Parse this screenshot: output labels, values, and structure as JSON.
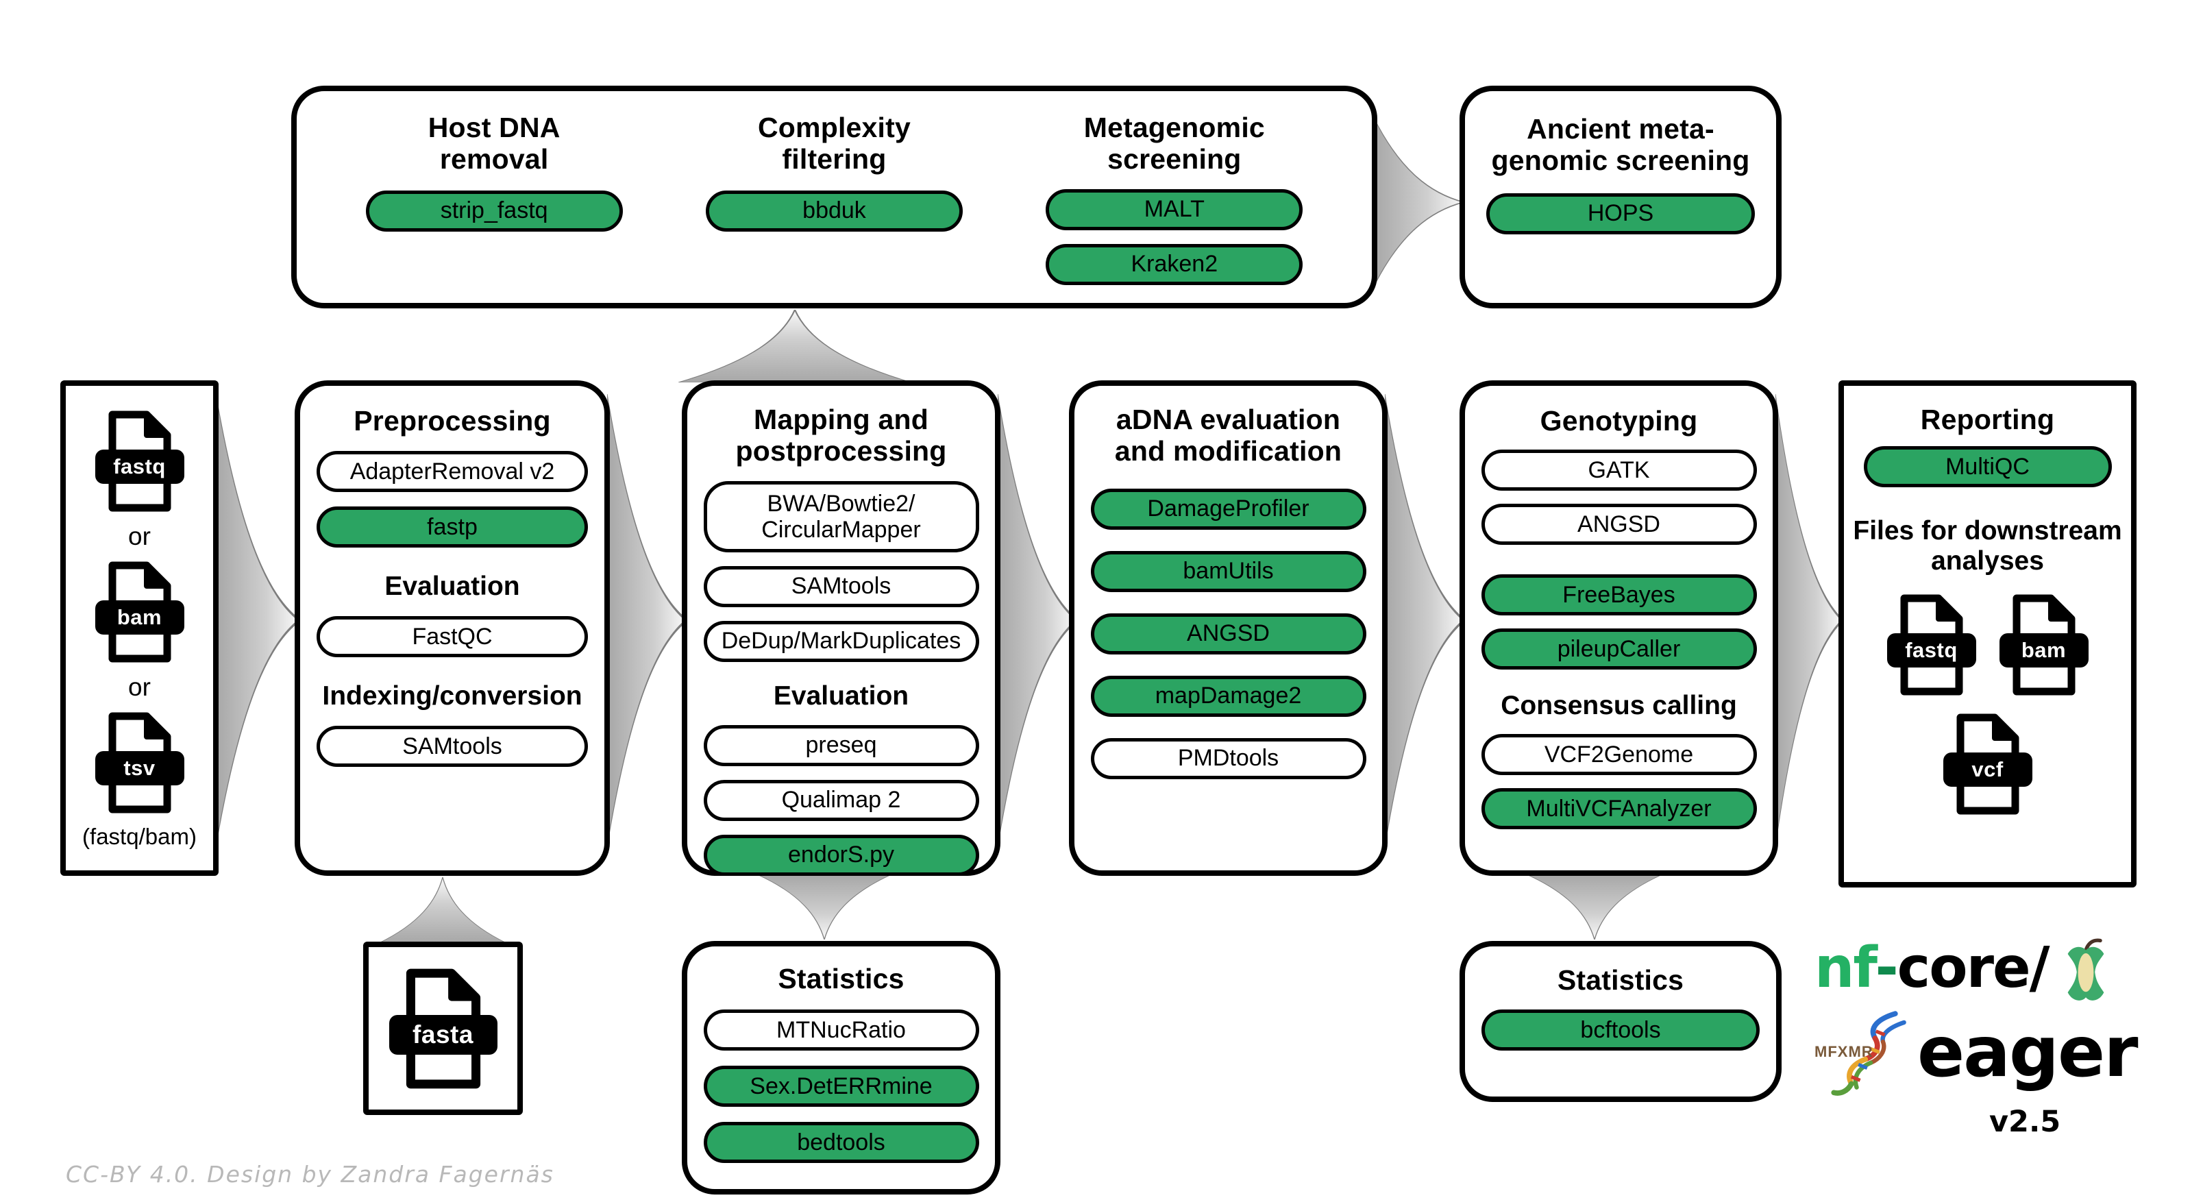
{
  "colors": {
    "pill_green": "#2BA462",
    "box_border": "#000000",
    "arrow_gray": "#A7A7A7",
    "logo_green": "#24B164",
    "footer_gray": "#B8B8B8"
  },
  "flow": {
    "top_box": {
      "columns": [
        {
          "heading": "Host DNA\nremoval",
          "pills": [
            {
              "label": "strip_fastq",
              "variant": "green"
            }
          ]
        },
        {
          "heading": "Complexity\nfiltering",
          "pills": [
            {
              "label": "bbduk",
              "variant": "green"
            }
          ]
        },
        {
          "heading": "Metagenomic\nscreening",
          "pills": [
            {
              "label": "MALT",
              "variant": "green"
            },
            {
              "label": "Kraken2",
              "variant": "green"
            }
          ]
        }
      ]
    },
    "ancient_screening_box": {
      "heading": "Ancient meta-\ngenomic screening",
      "pills": [
        {
          "label": "HOPS",
          "variant": "green"
        }
      ]
    },
    "input_box": {
      "file_types": [
        "fastq",
        "bam",
        "tsv"
      ],
      "separator": "or",
      "caption": "(fastq/bam)"
    },
    "preprocessing_box": {
      "title": "Preprocessing",
      "pills": [
        {
          "label": "AdapterRemoval v2",
          "variant": "white"
        },
        {
          "label": "fastp",
          "variant": "green"
        }
      ],
      "evaluation_heading": "Evaluation",
      "evaluation_pills": [
        {
          "label": "FastQC",
          "variant": "white"
        }
      ],
      "indexing_heading": "Indexing/conversion",
      "indexing_pills": [
        {
          "label": "SAMtools",
          "variant": "white"
        }
      ]
    },
    "mapping_box": {
      "title": "Mapping and\npostprocessing",
      "pills": [
        {
          "label": "BWA/Bowtie2/\nCircularMapper",
          "variant": "white"
        },
        {
          "label": "SAMtools",
          "variant": "white"
        },
        {
          "label": "DeDup/MarkDuplicates",
          "variant": "white"
        }
      ],
      "evaluation_heading": "Evaluation",
      "evaluation_pills": [
        {
          "label": "preseq",
          "variant": "white"
        },
        {
          "label": "Qualimap 2",
          "variant": "white"
        },
        {
          "label": "endorS.py",
          "variant": "green"
        }
      ]
    },
    "adna_box": {
      "title": "aDNA evaluation\nand modification",
      "pills": [
        {
          "label": "DamageProfiler",
          "variant": "green"
        },
        {
          "label": "bamUtils",
          "variant": "green"
        },
        {
          "label": "ANGSD",
          "variant": "green"
        },
        {
          "label": "mapDamage2",
          "variant": "green"
        },
        {
          "label": "PMDtools",
          "variant": "white"
        }
      ]
    },
    "genotyping_box": {
      "title": "Genotyping",
      "pills": [
        {
          "label": "GATK",
          "variant": "white"
        },
        {
          "label": "ANGSD",
          "variant": "white"
        },
        {
          "label": "FreeBayes",
          "variant": "green"
        },
        {
          "label": "pileupCaller",
          "variant": "green"
        }
      ],
      "consensus_heading": "Consensus calling",
      "consensus_pills": [
        {
          "label": "VCF2Genome",
          "variant": "white"
        },
        {
          "label": "MultiVCFAnalyzer",
          "variant": "green"
        }
      ]
    },
    "reporting_box": {
      "title": "Reporting",
      "pills": [
        {
          "label": "MultiQC",
          "variant": "green"
        }
      ],
      "downstream_heading": "Files for downstream\nanalyses",
      "file_types": [
        "fastq",
        "bam",
        "vcf"
      ]
    },
    "fasta_box": {
      "file_type": "fasta"
    },
    "statistics_box_mapping": {
      "title": "Statistics",
      "pills": [
        {
          "label": "MTNucRatio",
          "variant": "white"
        },
        {
          "label": "Sex.DetERRmine",
          "variant": "green"
        },
        {
          "label": "bedtools",
          "variant": "green"
        }
      ]
    },
    "statistics_box_genotyping": {
      "title": "Statistics",
      "pills": [
        {
          "label": "bcftools",
          "variant": "green"
        }
      ]
    }
  },
  "logo": {
    "brand_prefix": "nf",
    "brand_hyphen": "-",
    "brand_core": "core/",
    "app_name": "eager",
    "version": "v2.5",
    "runes": "MFXMR"
  },
  "footer": {
    "credit": "CC-BY 4.0. Design by Zandra Fagernäs"
  }
}
